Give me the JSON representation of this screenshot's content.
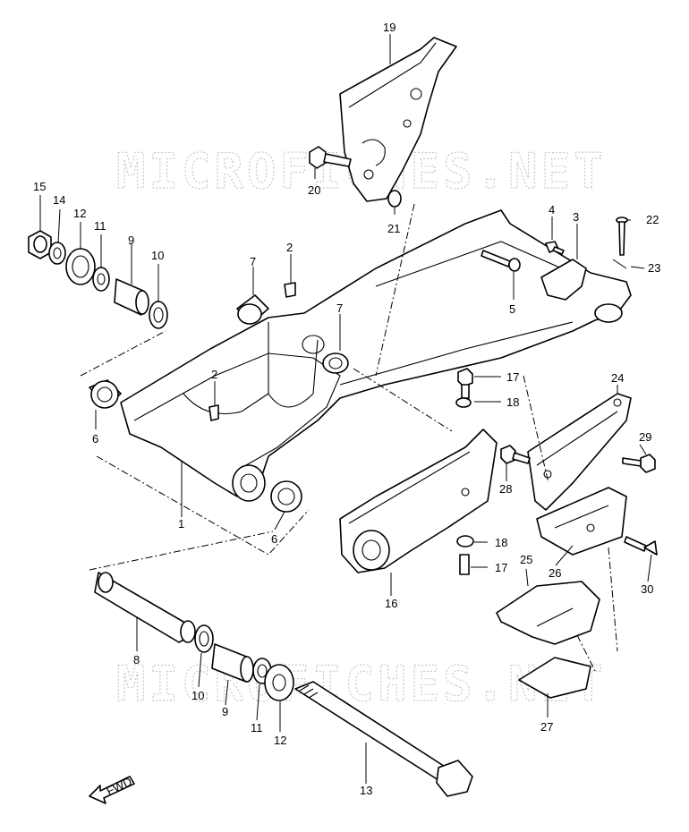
{
  "diagram": {
    "watermark_top": "MICROFICHES.NET",
    "watermark_bottom": "MICROFICHES.NET",
    "fwd_label": "FWD",
    "callouts": [
      "19",
      "20",
      "21",
      "15",
      "14",
      "12",
      "11",
      "9",
      "10",
      "4",
      "3",
      "22",
      "23",
      "2",
      "5",
      "7",
      "7",
      "2",
      "6",
      "1",
      "6",
      "17",
      "18",
      "24",
      "29",
      "28",
      "16",
      "18",
      "17",
      "25",
      "26",
      "30",
      "8",
      "10",
      "9",
      "11",
      "12",
      "13",
      "27"
    ]
  }
}
